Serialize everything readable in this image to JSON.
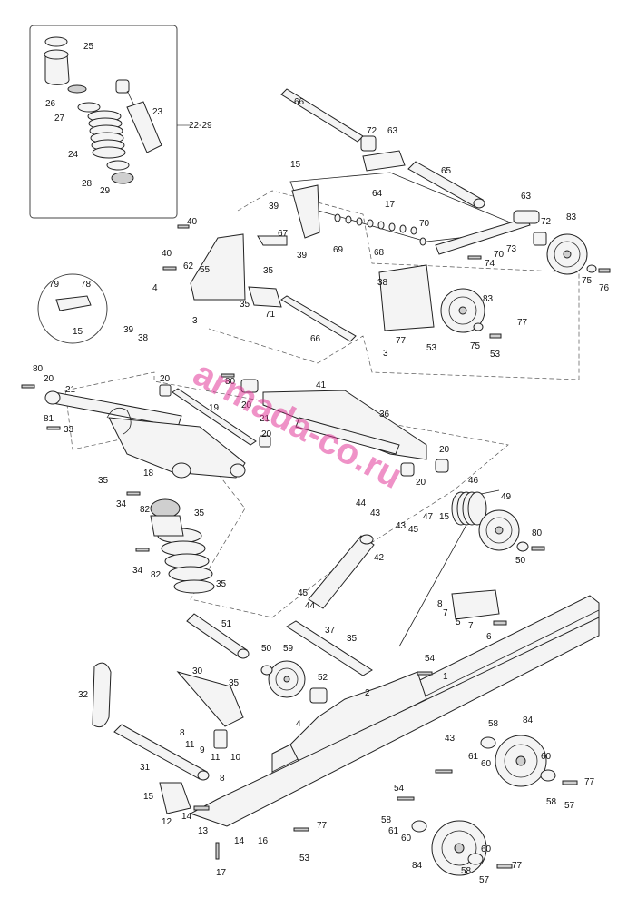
{
  "watermark": "armada-co.ru",
  "inset_callout": "22-29",
  "labels": {
    "l25": "25",
    "l26": "26",
    "l27": "27",
    "l23": "23",
    "l24": "24",
    "l28": "28",
    "l29": "29",
    "l66a": "66",
    "l72a": "72",
    "l63a": "63",
    "l65": "65",
    "l63b": "63",
    "l72b": "72",
    "l83a": "83",
    "l15a": "15",
    "l64": "64",
    "l17a": "17",
    "l70a": "70",
    "l39a": "39",
    "l67": "67",
    "l39b": "39",
    "l69": "69",
    "l68": "68",
    "l70b": "70",
    "l73": "73",
    "l74": "74",
    "l75a": "75",
    "l76": "76",
    "l40a": "40",
    "l40b": "40",
    "l62": "62",
    "l55": "55",
    "l35a": "35",
    "l79": "79",
    "l78": "78",
    "l15b": "15",
    "l4a": "4",
    "l3a": "3",
    "l35b": "35",
    "l71": "71",
    "l39c": "39",
    "l38a": "38",
    "l66b": "66",
    "l38b": "38",
    "l83b": "83",
    "l77a": "77",
    "l3b": "3",
    "l77b": "77",
    "l53a": "53",
    "l75b": "75",
    "l53b": "53",
    "l80a": "80",
    "l20a": "20",
    "l21a": "21",
    "l81": "81",
    "l33": "33",
    "l35c": "35",
    "l18": "18",
    "l20b": "20",
    "l19": "19",
    "l80b": "80",
    "l20c": "20",
    "l21b": "21",
    "l20d": "20",
    "l41": "41",
    "l36": "36",
    "l20e": "20",
    "l20f": "20",
    "l46": "46",
    "l49": "49",
    "l34a": "34",
    "l82a": "82",
    "l35d": "35",
    "l44a": "44",
    "l43a": "43",
    "l47": "47",
    "l15c": "15",
    "l43b": "43",
    "l45a": "45",
    "l80c": "80",
    "l50a": "50",
    "l34b": "34",
    "l82b": "82",
    "l35e": "35",
    "l42": "42",
    "l45b": "45",
    "l44b": "44",
    "l8a": "8",
    "l7a": "7",
    "l5": "5",
    "l7b": "7",
    "l6": "6",
    "l51": "51",
    "l37": "37",
    "l35f": "35",
    "l50b": "50",
    "l59": "59",
    "l54a": "54",
    "l1": "1",
    "l30": "30",
    "l32": "32",
    "l35g": "35",
    "l52": "52",
    "l2": "2",
    "l4b": "4",
    "l8b": "8",
    "l9": "9",
    "l11a": "11",
    "l11b": "11",
    "l10": "10",
    "l43c": "43",
    "l58a": "58",
    "l84a": "84",
    "l61a": "61",
    "l60a": "60",
    "l60b": "60",
    "l31": "31",
    "l8c": "8",
    "l15d": "15",
    "l12": "12",
    "l14a": "14",
    "l13": "13",
    "l77c": "77",
    "l53c": "53",
    "l16": "16",
    "l14b": "14",
    "l17b": "17",
    "l54b": "54",
    "l58b": "58",
    "l57a": "57",
    "l77d": "77",
    "l58c": "58",
    "l61b": "61",
    "l60c": "60",
    "l84b": "84",
    "l60d": "60",
    "l58d": "58",
    "l57b": "57",
    "l77e": "77"
  }
}
